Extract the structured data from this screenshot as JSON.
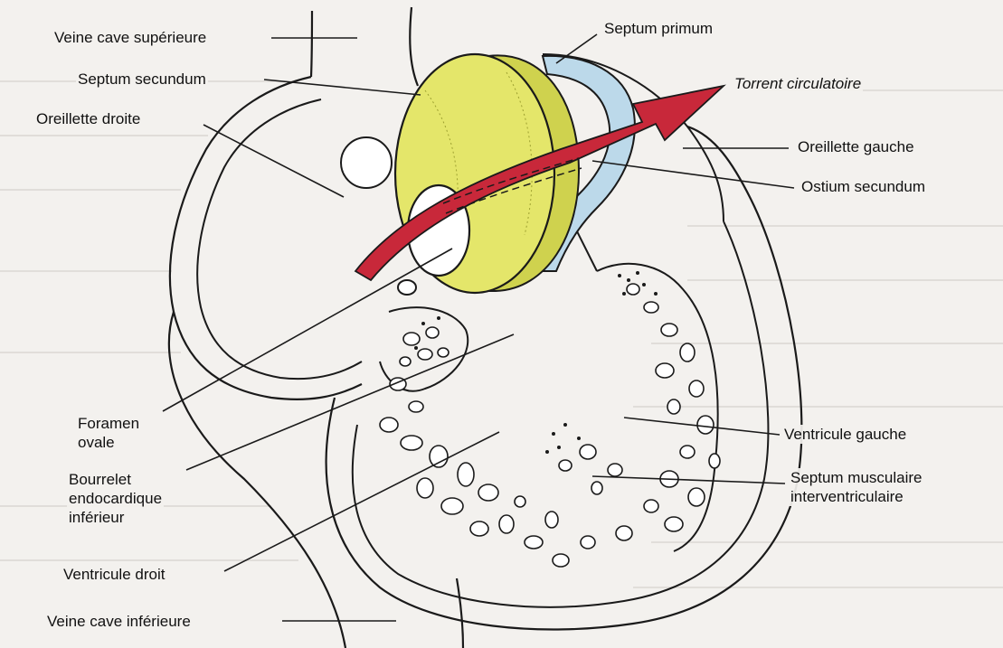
{
  "labels": {
    "veine_cave_superieure": "Veine cave supérieure",
    "septum_secundum": "Septum secundum",
    "oreillette_droite": "Oreillette droite",
    "septum_primum": "Septum primum",
    "torrent_circulatoire": "Torrent circulatoire",
    "oreillette_gauche": "Oreillette gauche",
    "ostium_secundum": "Ostium secundum",
    "foramen_ovale": [
      "Foramen",
      "ovale"
    ],
    "bourrelet": [
      "Bourrelet",
      "endocardique",
      "inférieur"
    ],
    "ventricule_droit": "Ventricule droit",
    "veine_cave_inferieure": "Veine cave inférieure",
    "ventricule_gauche": "Ventricule gauche",
    "septum_musculaire": [
      "Septum musculaire",
      "interventriculaire"
    ]
  },
  "colors": {
    "septum_secundum": "#e4e66a",
    "septum_primum": "#bcd9ea",
    "arrow": "#c8283a",
    "line": "#1a1a1a"
  }
}
